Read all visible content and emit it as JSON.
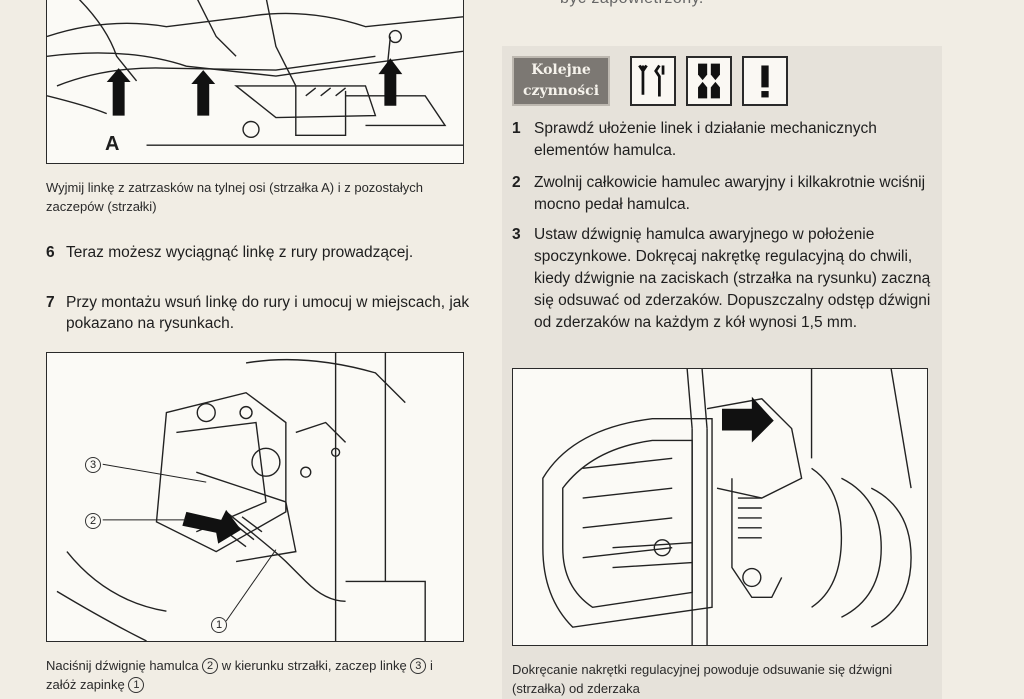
{
  "top_fragment": "być zapowietrzony.",
  "figure_top": {
    "label_a": "A"
  },
  "caption_top": "Wyjmij linkę z zatrzasków na tylnej osi (strzałka A) i z pozostałych zaczepów (strzałki)",
  "steps_left": [
    {
      "num": "6",
      "text": "Teraz możesz wyciągnąć linkę z rury prowadzącej."
    },
    {
      "num": "7",
      "text": "Przy montażu wsuń linkę do rury i umocuj w miejscach, jak pokazano na rysunkach."
    }
  ],
  "figure_mid": {
    "callouts": [
      "3",
      "2",
      "1"
    ]
  },
  "caption_mid": {
    "part1": "Naciśnij dźwignię hamulca",
    "c2": "2",
    "part2": "w kierunku strzałki, zaczep linkę",
    "c3": "3",
    "part3": "i załóż zapinkę",
    "c1": "1"
  },
  "badge": {
    "line1": "Kolejne",
    "line2": "czynności"
  },
  "icons": [
    "tools-icon",
    "parts-icon",
    "warning-icon"
  ],
  "steps_right": [
    {
      "num": "1",
      "text": "Sprawdź ułożenie linek i działanie mechanicznych elementów hamulca."
    },
    {
      "num": "2",
      "text": "Zwolnij całkowicie hamulec awaryjny i kilkakrotnie wciśnij mocno pedał hamulca."
    },
    {
      "num": "3",
      "text": "Ustaw dźwignię hamulca awaryjnego w położenie spoczynkowe. Dokręcaj nakrętkę regulacyjną do chwili, kiedy dźwignie na zaciskach (strzałka na rysunku) zaczną się odsuwać od zderzaków. Dopuszczalny odstęp dźwigni od zderzaków na każdym z kół wynosi 1,5 mm."
    }
  ],
  "caption_right": "Dokręcanie nakrętki regulacyjnej powoduje odsuwanie się dźwigni (strzałka) od zderzaka",
  "colors": {
    "page": "#f1ede4",
    "panel": "#e6e2da",
    "badge": "#7c7873",
    "ink": "#1e1e1e"
  }
}
